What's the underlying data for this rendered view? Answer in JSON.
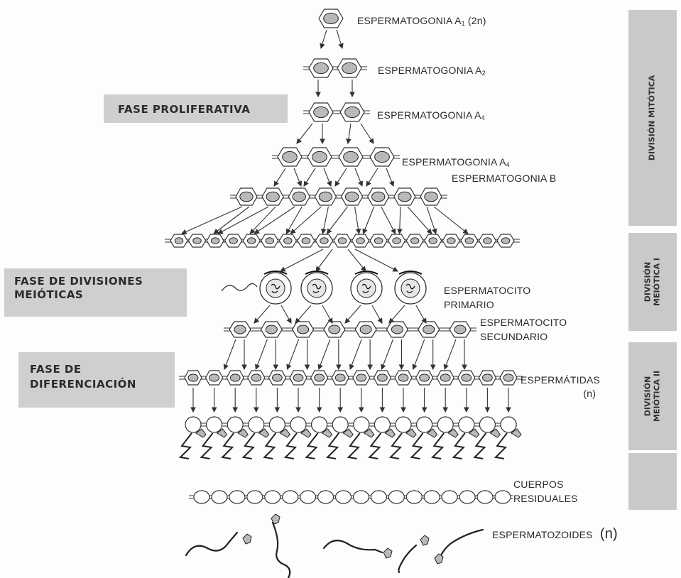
{
  "phases": {
    "proliferative": "FASE PROLIFERATIVA",
    "meiotic_line1": "FASE DE DIVISIONES",
    "meiotic_line2": "MEIÓTICAS",
    "differentiation_line1": "FASE DE",
    "differentiation_line2": "DIFERENCIACIÓN"
  },
  "side_bars": {
    "mitotic": "DIVISIÓN MITÓTICA",
    "meiotic1_line1": "DIVISIÓN",
    "meiotic1_line2": "MEIÓTICA  I",
    "meiotic2_line1": "DIVISIÓN",
    "meiotic2_line2": "MEIÓTICA II"
  },
  "labels": {
    "a1": "ESPERMATOGONIA A",
    "a1_sub": "1",
    "a1_suffix": " (2n)",
    "a2": "ESPERMATOGONIA A",
    "a2_sub": "2",
    "a4_first": "ESPERMATOGONIA A",
    "a4_first_sub": "4",
    "a4_second": "ESPERMATOGONIA A",
    "a4_second_sub": "4",
    "b": "ESPERMATOGONIA B",
    "primary_line1": "ESPERMATOCITO",
    "primary_line2": "PRIMARIO",
    "secondary_line1": "ESPERMATOCITO",
    "secondary_line2": "SECUNDARIO",
    "spermatids_line1": "ESPERMÁTIDAS",
    "spermatids_line2": "(n)",
    "residual_line1": "CUERPOS",
    "residual_line2": "RESIDUALES",
    "spermatozoa": "ESPERMATOZOIDES",
    "spermatozoa_n": "(n)"
  }
}
